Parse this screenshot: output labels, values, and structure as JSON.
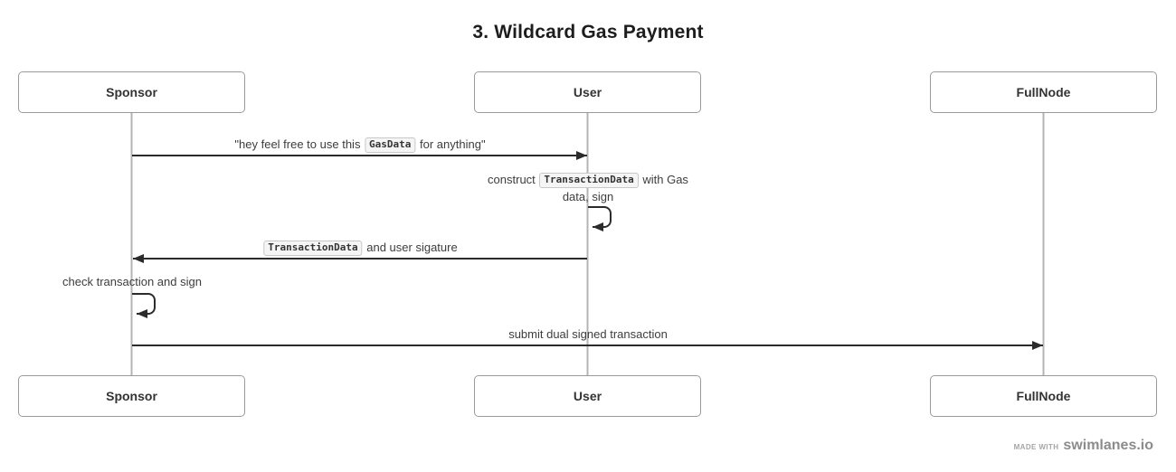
{
  "title": "3. Wildcard Gas Payment",
  "actors": {
    "sponsor": "Sponsor",
    "user": "User",
    "fullnode": "FullNode"
  },
  "messages": {
    "m1": {
      "prefix": "\"hey feel free to use this ",
      "code": "GasData",
      "suffix": " for anything\""
    },
    "m2": {
      "prefix": "construct ",
      "code": "TransactionData",
      "suffix": " with Gas data, sign"
    },
    "m3": {
      "prefix": "",
      "code": "TransactionData",
      "suffix": " and user sigature"
    },
    "m4": {
      "text": "check transaction and sign"
    },
    "m5": {
      "text": "submit dual signed transaction"
    }
  },
  "footer": {
    "made_with": "MADE WITH",
    "brand": "swimlanes.io"
  },
  "colors": {
    "arrow": "#2b2b2b",
    "lifeline": "#b4b4b4",
    "box_border": "#9a9a9a",
    "chip_bg": "#f5f5f5"
  }
}
